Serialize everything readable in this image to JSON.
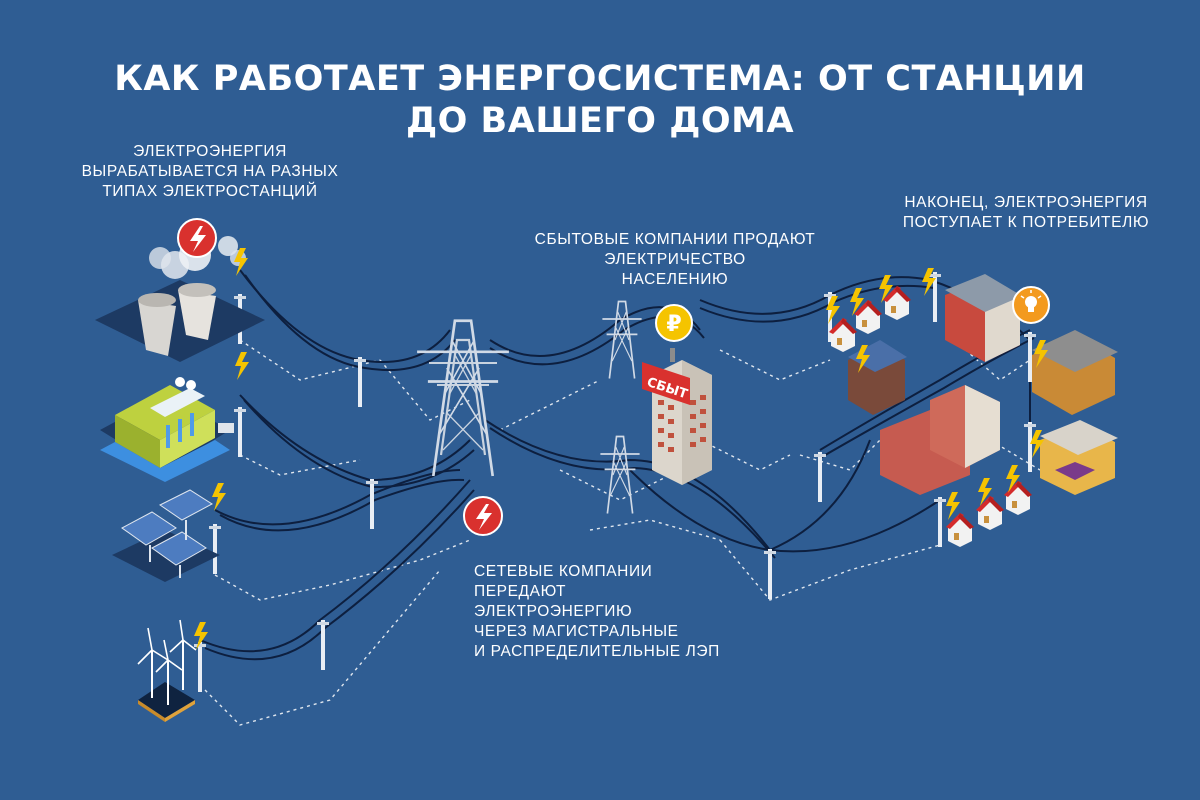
{
  "title": {
    "line1": "КАК РАБОТАЕТ ЭНЕРГОСИСТЕМА: ОТ СТАНЦИИ",
    "line2": "ДО ВАШЕГО ДОМА"
  },
  "captions": {
    "generation": [
      "ЭЛЕКТРОЭНЕРГИЯ",
      "ВЫРАБАТЫВАЕТСЯ НА РАЗНЫХ",
      "ТИПАХ ЭЛЕКТРОСТАНЦИЙ"
    ],
    "sales": [
      "СБЫТОВЫЕ КОМПАНИИ ПРОДАЮТ",
      "ЭЛЕКТРИЧЕСТВО",
      "НАСЕЛЕНИЮ"
    ],
    "consumer": [
      "НАКОНЕЦ, ЭЛЕКТРОЭНЕРГИЯ",
      "ПОСТУПАЕТ К ПОТРЕБИТЕЛЮ"
    ],
    "grid": [
      "СЕТЕВЫЕ КОМПАНИИ",
      "ПЕРЕДАЮТ",
      "ЭЛЕКТРОЭНЕРГИЮ",
      "ЧЕРЕЗ МАГИСТРАЛЬНЫЕ",
      "И РАСПРЕДЕЛИТЕЛЬНЫЕ ЛЭП"
    ]
  },
  "sign_text": "СБЫТ",
  "icons": {
    "lightning_badge": "lightning-bolt-icon",
    "ruble_badge": "ruble-icon",
    "bulb_badge": "light-bulb-icon"
  },
  "colors": {
    "background": "#2f5d93",
    "badge_red": "#d9312e",
    "badge_yellow": "#f5c400",
    "badge_orange": "#f39a1e",
    "wire": "#0d1f3f"
  }
}
